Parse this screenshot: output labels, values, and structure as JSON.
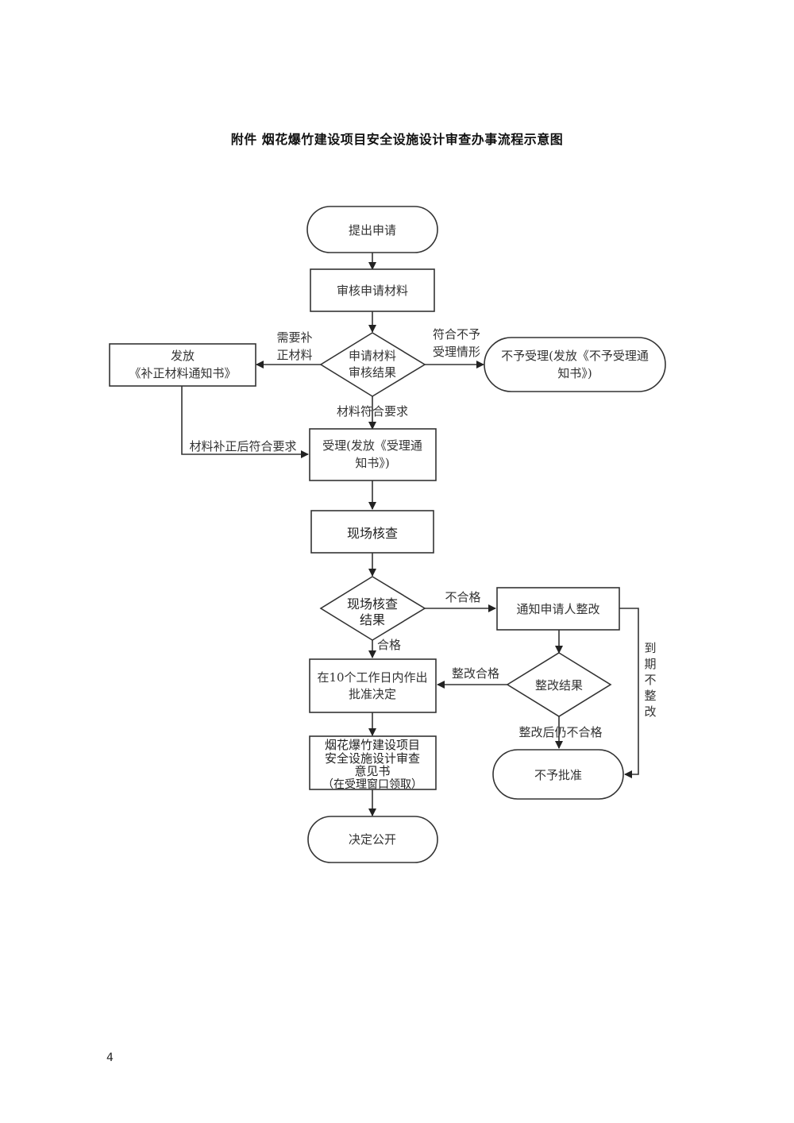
{
  "title": "附件  烟花爆竹建设项目安全设施设计审查办事流程示意图",
  "page_number": "4",
  "nodes": {
    "start": "提出申请",
    "review_materials": "审核申请材料",
    "review_result": [
      "申请材料",
      "审核结果"
    ],
    "issue_correction": [
      "发放",
      "《补正材料通知书》"
    ],
    "not_accepted": [
      "不予受理(发放《不予受理通",
      "知书》)"
    ],
    "accepted": [
      "受理(发放《受理通",
      "知书》)"
    ],
    "site_check": "现场核查",
    "site_result": [
      "现场核查",
      "结果"
    ],
    "notify_rectify": "通知申请人整改",
    "decision": [
      "在10个工作日内作出",
      "批准决定"
    ],
    "rectify_result": "整改结果",
    "opinion_letter": [
      "烟花爆竹建设项目",
      "安全设施设计审查",
      "意见书",
      "（在受理窗口领取）"
    ],
    "not_approved": "不予批准",
    "publish": "决定公开"
  },
  "edges": {
    "need_correction": [
      "需要补",
      "正材料"
    ],
    "refuse_case": [
      "符合不予",
      "受理情形"
    ],
    "meets_requirements": "材料符合要求",
    "corrected_meets": "材料补正后符合要求",
    "unqualified": "不合格",
    "qualified": "合格",
    "rectified_ok": "整改合格",
    "still_unqualified": "整改后仍不合格",
    "overdue_no_rectify": [
      "到",
      "期",
      "不",
      "整",
      "改"
    ]
  }
}
